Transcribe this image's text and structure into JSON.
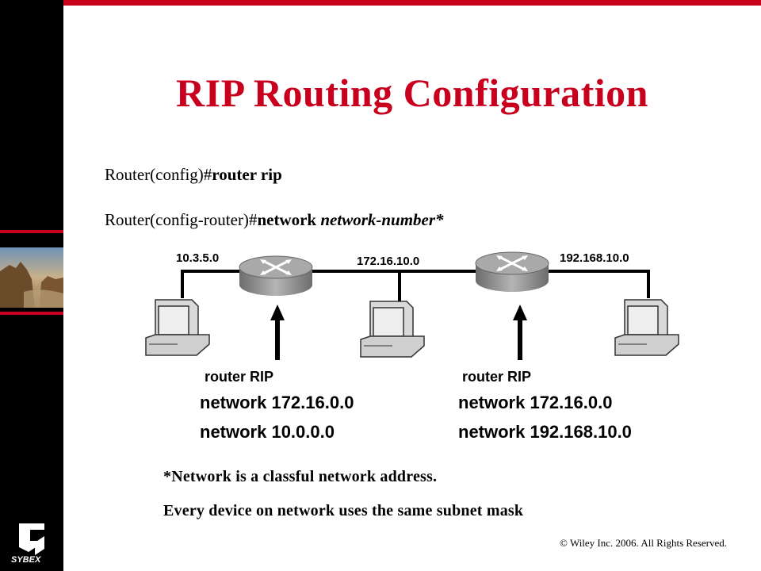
{
  "slide": {
    "title": "RIP Routing Configuration",
    "commands": [
      {
        "prefix": "Router(config)#",
        "command": "router rip",
        "argument": ""
      },
      {
        "prefix": "Router(config-router)#",
        "command": "network",
        "argument": " network-number*"
      }
    ],
    "networks": {
      "left": "10.3.5.0",
      "middle": "172.16.10.0",
      "right": "192.168.10.0"
    },
    "routers": [
      {
        "label": "router RIP",
        "lines": [
          "network 172.16.0.0",
          "network 10.0.0.0"
        ]
      },
      {
        "label": "router RIP",
        "lines": [
          "network 172.16.0.0",
          "network 192.168.10.0"
        ]
      }
    ],
    "notes": [
      "*Network is a classful network address.",
      "Every device on network uses the same subnet mask"
    ],
    "copyright": "© Wiley Inc. 2006. All Rights Reserved.",
    "logo_text": "SYBEX",
    "colors": {
      "accent": "#c8001e",
      "sidebar": "#000000"
    }
  }
}
